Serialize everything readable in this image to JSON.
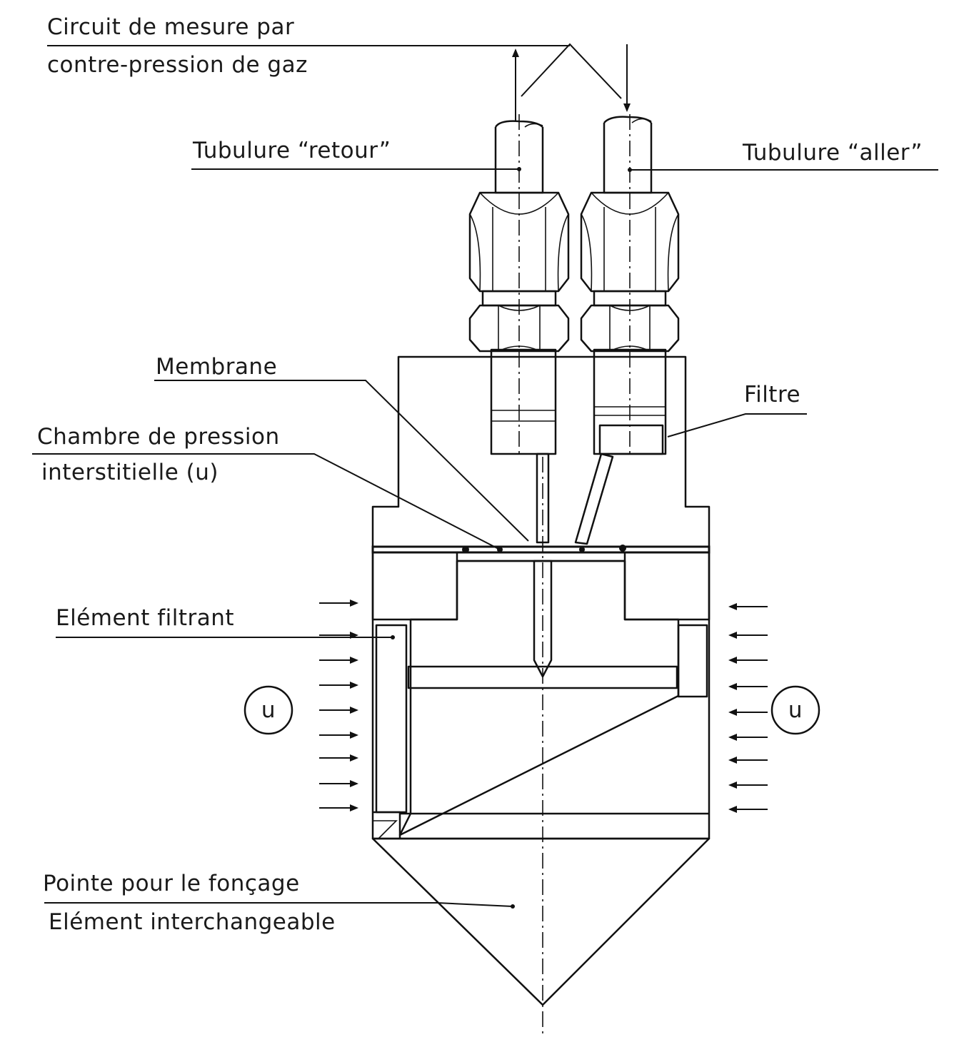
{
  "labels": {
    "circuit_line1": "Circuit de mesure par",
    "circuit_line2": "contre-pression de gaz",
    "tubulure_retour": "Tubulure “retour”",
    "tubulure_aller": "Tubulure “aller”",
    "membrane": "Membrane",
    "filtre": "Filtre",
    "chambre_line1": "Chambre de pression",
    "chambre_line2": "interstitielle (u)",
    "element_filtrant": "Elément filtrant",
    "pointe_line1": "Pointe pour le fonçage",
    "pointe_line2": "Elément interchangeable",
    "u_left": "u",
    "u_right": "u"
  },
  "colors": {
    "ink": "#111111",
    "paper": "#ffffff",
    "filter_fill": "#f4f4f4"
  }
}
